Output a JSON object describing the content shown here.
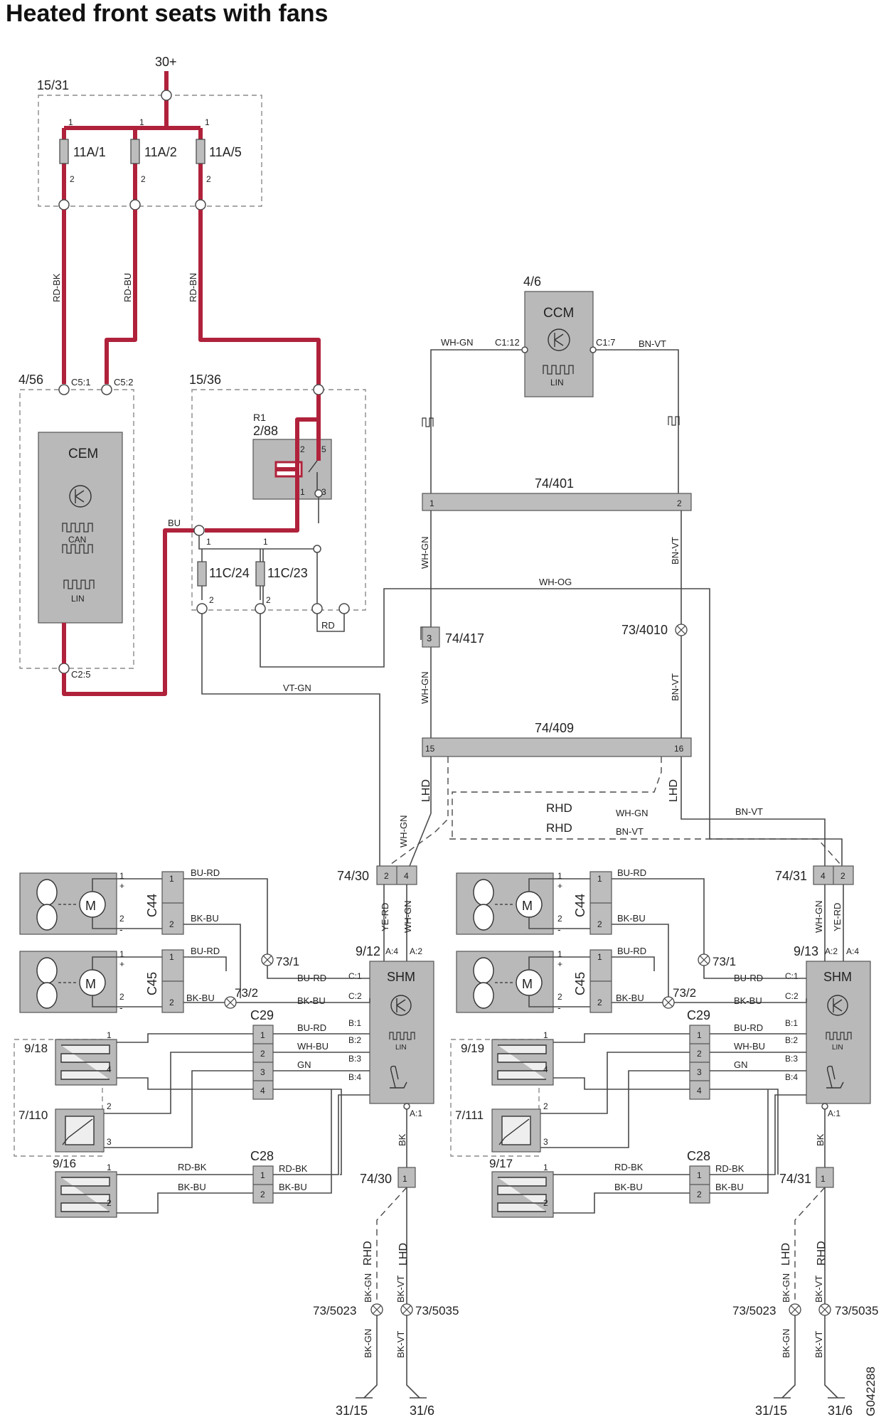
{
  "title": "Heated front seats with fans",
  "colors": {
    "power_wire": "#b0223b",
    "signal_wire": "#4a4a4a",
    "component_fill": "#b9b9b9"
  },
  "labels": {
    "supply": "30+",
    "fuse_box_1": "15/31",
    "fuse_1": "11A/1",
    "fuse_2": "11A/2",
    "fuse_3": "11A/5",
    "pin_1": "1",
    "pin_2": "2",
    "pin_3": "3",
    "pin_4": "4",
    "pin_5": "5",
    "wire_rd_bk": "RD-BK",
    "wire_rd_bu": "RD-BU",
    "wire_rd_bn": "RD-BN",
    "cem_ref": "4/56",
    "cem_c51": "C5:1",
    "cem_c52": "C5:2",
    "cem_c25": "C2:5",
    "cem": "CEM",
    "can": "CAN",
    "lin": "LIN",
    "relay_box": "15/36",
    "relay_name": "R1",
    "relay_ref": "2/88",
    "bu": "BU",
    "fuse_4": "11C/24",
    "fuse_5": "11C/23",
    "rd": "RD",
    "ccm_ref": "4/6",
    "ccm": "CCM",
    "ccm_c112": "C1:12",
    "ccm_c17": "C1:7",
    "wh_gn": "WH-GN",
    "bn_vt": "BN-VT",
    "wh_og": "WH-OG",
    "vt_gn": "VT-GN",
    "conn_74_401": "74/401",
    "conn_74_417": "74/417",
    "conn_74_409": "74/409",
    "pin_15": "15",
    "pin_16": "16",
    "splice_73_4010": "73/4010",
    "lhd": "LHD",
    "rhd": "RHD",
    "conn_74_30": "74/30",
    "conn_74_31": "74/31",
    "ye_rd": "YE-RD",
    "shm_left_ref": "9/12",
    "shm_right_ref": "9/13",
    "shm": "SHM",
    "a4": "A:4",
    "a2": "A:2",
    "a1": "A:1",
    "c1": "C:1",
    "c2": "C:2",
    "b1": "B:1",
    "b2": "B:2",
    "b3": "B:3",
    "b4": "B:4",
    "c44": "C44",
    "c45": "C45",
    "c29": "C29",
    "c28": "C28",
    "bu_rd": "BU-RD",
    "bk_bu": "BK-BU",
    "wh_bu": "WH-BU",
    "gn": "GN",
    "bk": "BK",
    "splice_73_1": "73/1",
    "splice_73_2": "73/2",
    "heater_9_18": "9/18",
    "heater_9_19": "9/19",
    "sensor_7_110": "7/110",
    "sensor_7_111": "7/111",
    "heater_9_16": "9/16",
    "heater_9_17": "9/17",
    "plus": "+",
    "minus": "-",
    "bk_gn": "BK-GN",
    "bk_vt": "BK-VT",
    "splice_73_5023": "73/5023",
    "splice_73_5035": "73/5035",
    "ground_31_15": "31/15",
    "ground_31_6": "31/6",
    "figure_id": "G042288"
  }
}
